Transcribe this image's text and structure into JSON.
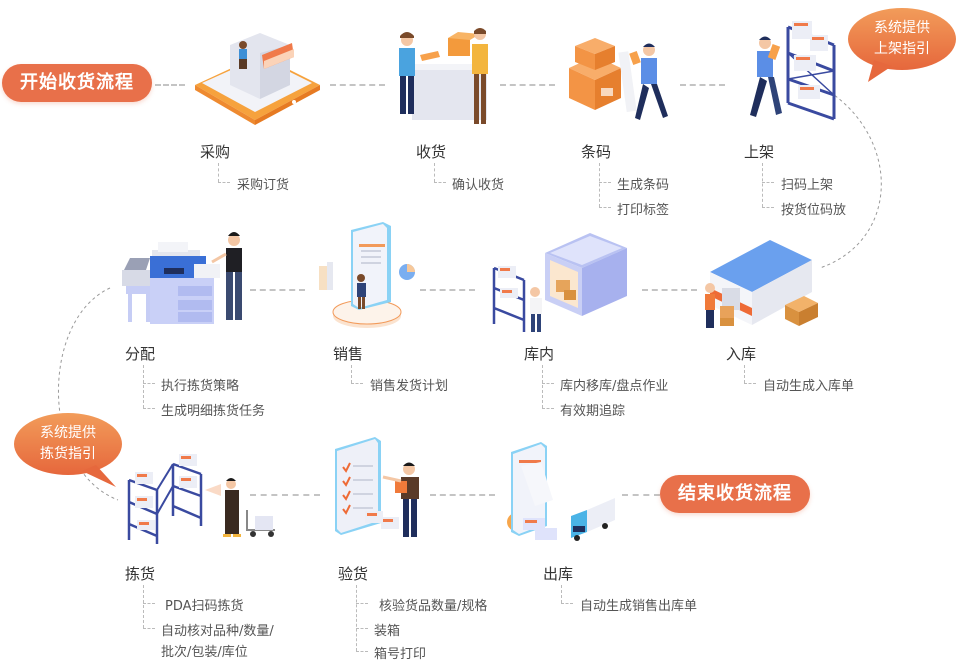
{
  "start": {
    "label": "开始收货流程",
    "icon": "start-pill"
  },
  "end": {
    "label": "结束收货流程",
    "icon": "end-pill"
  },
  "bubbles": [
    {
      "line1": "系统提供",
      "line2": "上架指引"
    },
    {
      "line1": "系统提供",
      "line2": "拣货指引"
    }
  ],
  "steps": [
    {
      "title": "采购",
      "icon": "storefront-tablet-illustration",
      "items": [
        "采购订货"
      ]
    },
    {
      "title": "收货",
      "icon": "receiving-counter-illustration",
      "items": [
        "确认收货"
      ]
    },
    {
      "title": "条码",
      "icon": "barcode-boxes-illustration",
      "items": [
        "生成条码",
        "打印标签"
      ]
    },
    {
      "title": "上架",
      "icon": "shelving-scan-illustration",
      "items": [
        "扫码上架",
        "按货位码放"
      ]
    },
    {
      "title": "入库",
      "icon": "warehouse-building-illustration",
      "items": [
        "自动生成入库单"
      ]
    },
    {
      "title": "库内",
      "icon": "warehouse-inventory-illustration",
      "items": [
        "库内移库/盘点作业",
        "有效期追踪"
      ]
    },
    {
      "title": "销售",
      "icon": "sales-plan-phone-illustration",
      "items": [
        "销售发货计划"
      ]
    },
    {
      "title": "分配",
      "icon": "printer-allocation-illustration",
      "items": [
        "执行拣货策略",
        "生成明细拣货任务"
      ]
    },
    {
      "title": "拣货",
      "icon": "picking-pda-illustration",
      "items": [
        "PDA扫码拣货",
        "自动核对品种/数量/",
        "批次/包装/库位"
      ]
    },
    {
      "title": "验货",
      "icon": "checklist-tablet-illustration",
      "items": [
        "核验货品数量/规格",
        "装箱",
        "箱号打印"
      ]
    },
    {
      "title": "出库",
      "icon": "outbound-truck-illustration",
      "items": [
        "自动生成销售出库单"
      ]
    }
  ],
  "colors": {
    "accent": "#e8704a",
    "bubble_top": "#f29455",
    "bubble_bottom": "#e66a3d",
    "connector": "#c4c4c4",
    "title_text": "#333333",
    "sub_text": "#555555"
  }
}
